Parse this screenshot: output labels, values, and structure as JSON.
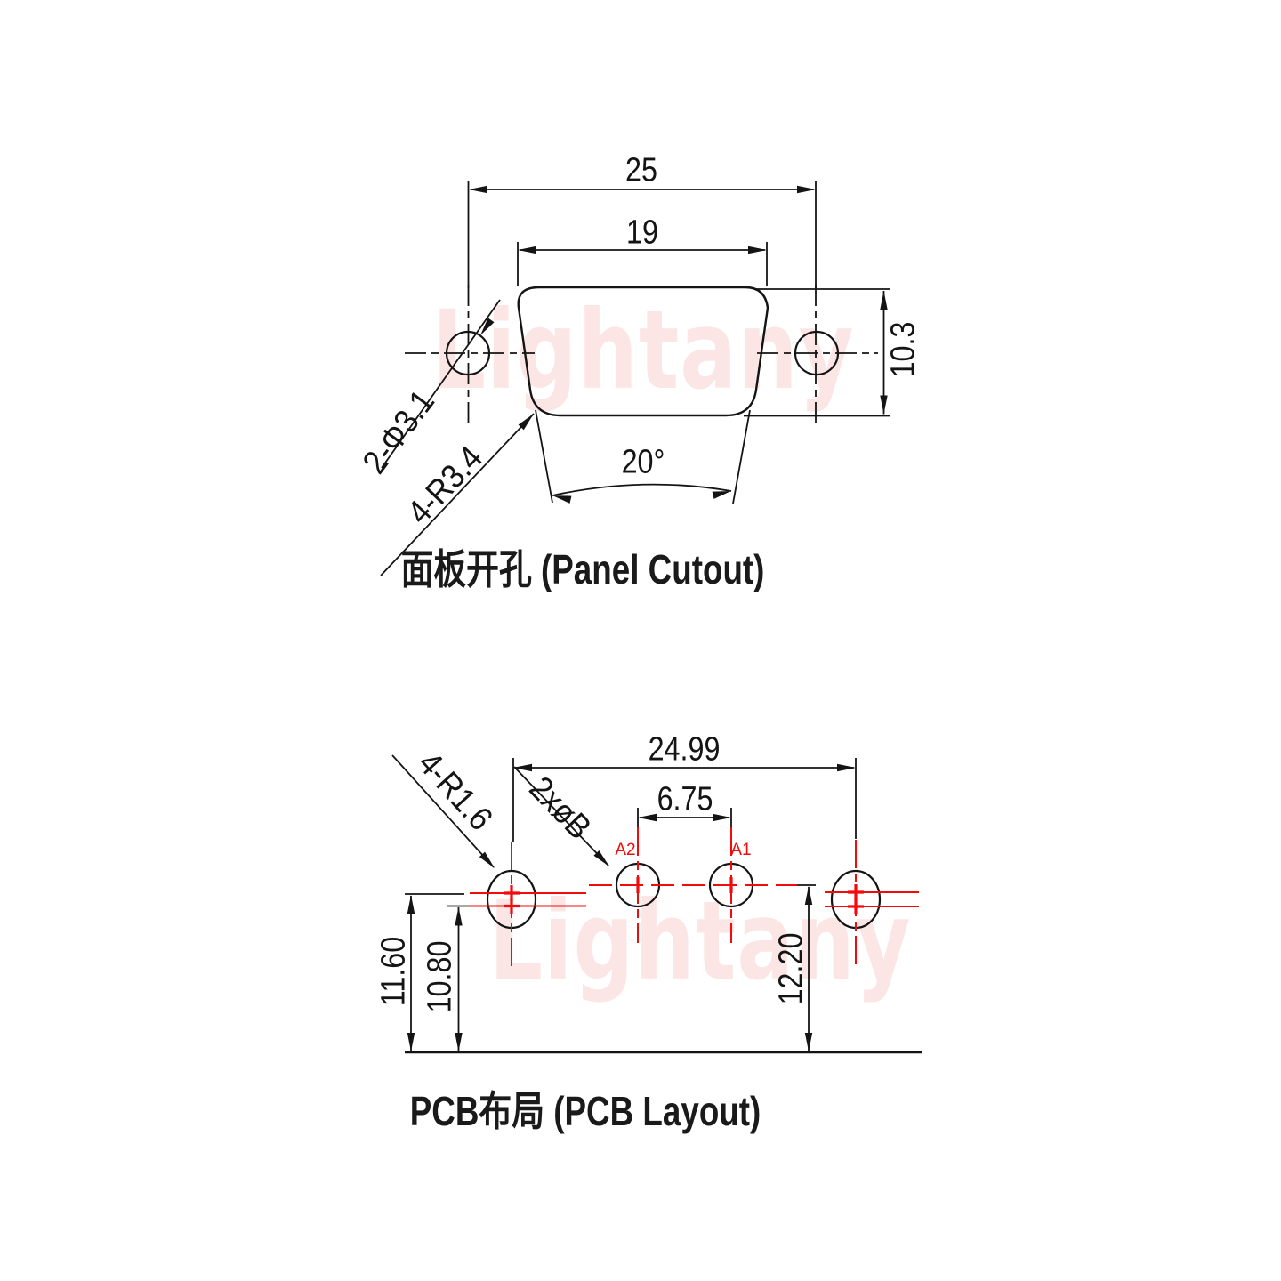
{
  "watermark": {
    "text": "Lightany"
  },
  "panel": {
    "title": "面板开孔 (Panel Cutout)",
    "dims": {
      "mount_span": "25",
      "cutout_width": "19",
      "cutout_height": "10.3",
      "side_angle": "20°",
      "mount_holes": "2-Φ3.1",
      "corner_radius": "4-R3.4"
    }
  },
  "pcb": {
    "title": "PCB布局 (PCB Layout)",
    "dims": {
      "mount_span": "24.99",
      "pad_pitch": "6.75",
      "corner_radius": "4-R1.6",
      "pad_diameter": "2xøB",
      "mount_row_height_outer": "11.60",
      "mount_row_height_inner": "10.80",
      "signal_row_height": "12.20"
    },
    "pads": {
      "a2": "A2",
      "a1": "A1"
    }
  },
  "colors": {
    "line": "#141414",
    "accent_red": "#f30b0b",
    "watermark": "rgba(228,88,78,0.15)"
  }
}
